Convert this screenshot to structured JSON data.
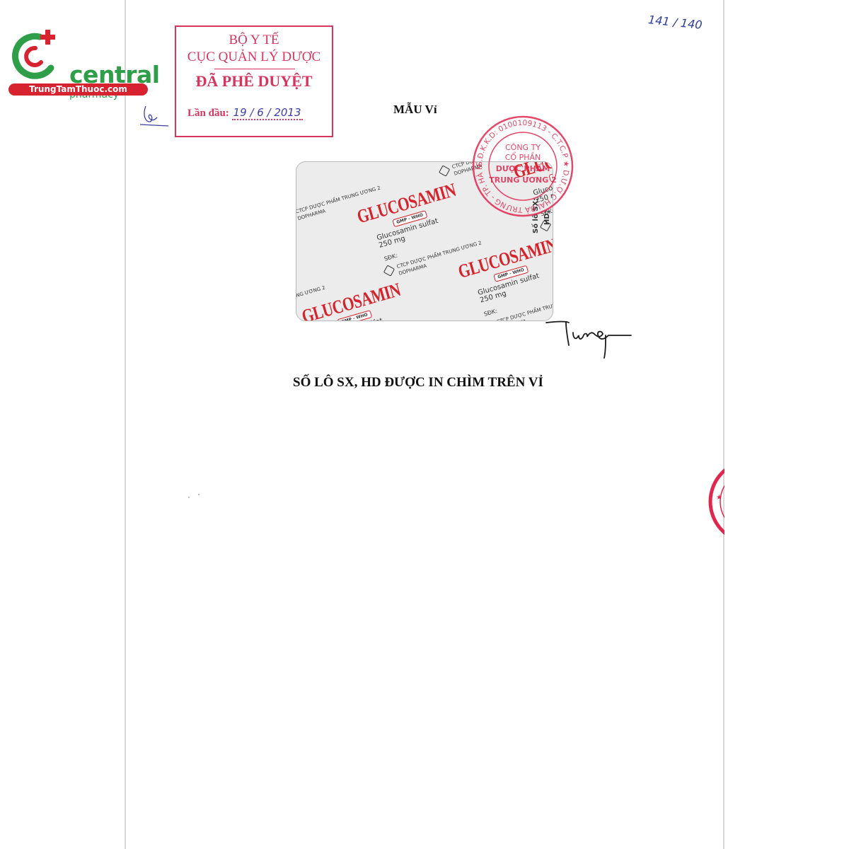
{
  "logo": {
    "name": "central",
    "sub": "pharmacy",
    "banner": "TrungTamThuoc.com",
    "colors": {
      "green": "#2e9e49",
      "red": "#d7232f"
    }
  },
  "approval_stamp": {
    "line1": "BỘ Y TẾ",
    "line2": "CỤC QUẢN LÝ DƯỢC",
    "line3": "ĐÃ PHÊ DUYỆT",
    "date_label": "Lần đầu:",
    "date_value": "19 / 6 / 2013",
    "color": "#d5355e"
  },
  "page_number": "141 / 140",
  "title": "MẪU Vỉ",
  "blister": {
    "sdk_label": "SĐK:",
    "company": "CTCP DƯỢC PHẨM TRUNG ƯƠNG 2",
    "maker": "DOPHARMA",
    "brand": "GLUCOSAMIN",
    "badge": "GMP - WHO",
    "strength": "Glucosamin sulfat 250 mg",
    "lot_label": "Số lô SX:",
    "expiry_label": "HD:",
    "brand_color": "#d5232b"
  },
  "company_seal": {
    "ring_text": "S.Đ.K.K.D: 0100109113 - C.T.C.P ★ D.Ư.Ợ.C HAI BÀ TRƯNG - TP. HÀ NỘI ★",
    "line1": "CÔNG TY",
    "line2": "CỔ PHẦN",
    "line3": "DƯỢC PHẨM",
    "line4": "TRUNG ƯƠNG 2",
    "color": "#e0284e"
  },
  "note": "SỐ LÔ SX, HD ĐƯỢC IN CHÌM TRÊN VỈ"
}
